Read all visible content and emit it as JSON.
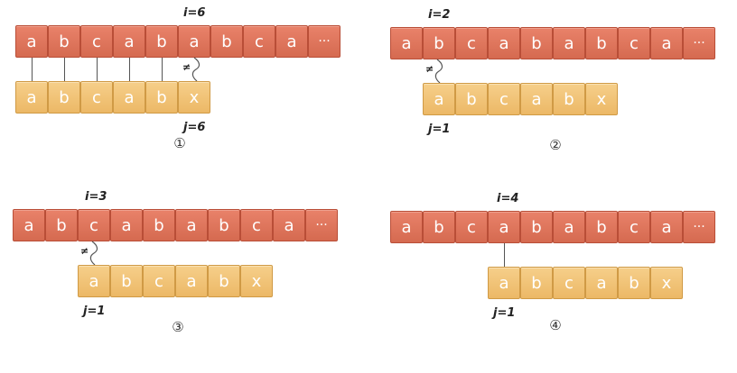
{
  "panels": [
    {
      "main": [
        "a",
        "b",
        "c",
        "a",
        "b",
        "a",
        "b",
        "c",
        "a",
        "···"
      ],
      "pattern": [
        "a",
        "b",
        "c",
        "a",
        "b",
        "x"
      ],
      "i_label": "i=6",
      "j_label": "j=6",
      "not_equal": "≠",
      "step": "①"
    },
    {
      "main": [
        "a",
        "b",
        "c",
        "a",
        "b",
        "a",
        "b",
        "c",
        "a",
        "···"
      ],
      "pattern": [
        "a",
        "b",
        "c",
        "a",
        "b",
        "x"
      ],
      "i_label": "i=2",
      "j_label": "j=1",
      "not_equal": "≠",
      "step": "②"
    },
    {
      "main": [
        "a",
        "b",
        "c",
        "a",
        "b",
        "a",
        "b",
        "c",
        "a",
        "···"
      ],
      "pattern": [
        "a",
        "b",
        "c",
        "a",
        "b",
        "x"
      ],
      "i_label": "i=3",
      "j_label": "j=1",
      "not_equal": "≠",
      "step": "③"
    },
    {
      "main": [
        "a",
        "b",
        "c",
        "a",
        "b",
        "a",
        "b",
        "c",
        "a",
        "···"
      ],
      "pattern": [
        "a",
        "b",
        "c",
        "a",
        "b",
        "x"
      ],
      "i_label": "i=4",
      "j_label": "j=1",
      "step": "④"
    }
  ],
  "colors": {
    "main_cell": "#df7a5e",
    "pattern_cell": "#f2c47a"
  }
}
